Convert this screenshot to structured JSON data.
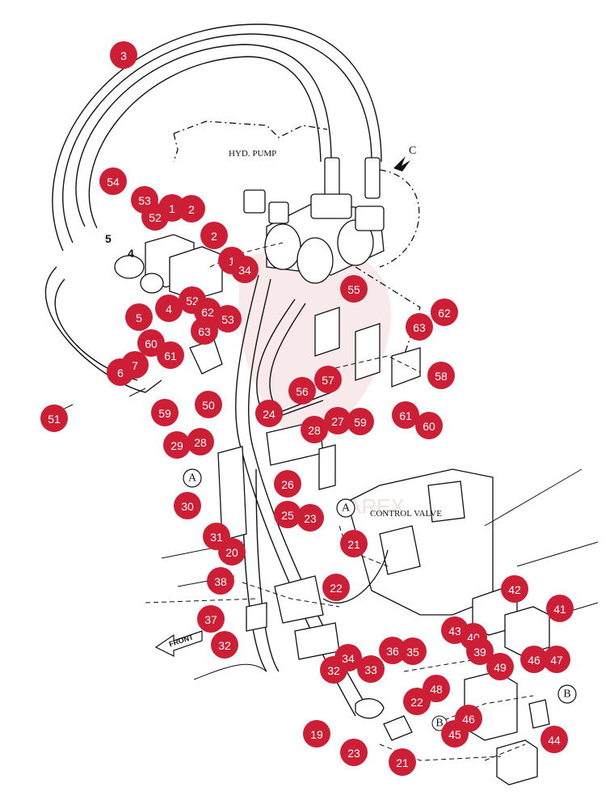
{
  "labels": {
    "hyd_pump": "HYD. PUMP",
    "control_valve": "CONTROL VALVE",
    "front": "FRONT",
    "view_c": "C",
    "small_5": "5",
    "small_4": "4"
  },
  "circled_refs": {
    "a_left": "A",
    "a_right": "A",
    "b": "B",
    "b_small": "B"
  },
  "colors": {
    "badge": "#cc1f36",
    "line": "#111111",
    "watermark": "#f3d9da"
  },
  "watermark_text": "AREX",
  "callouts": [
    "3",
    "54",
    "53",
    "1",
    "2",
    "52",
    "5",
    "2",
    "1",
    "34",
    "4",
    "52",
    "62",
    "53",
    "63",
    "60",
    "61",
    "7",
    "6",
    "59",
    "50",
    "51",
    "55",
    "63",
    "62",
    "58",
    "57",
    "56",
    "59",
    "61",
    "60",
    "24",
    "27",
    "28",
    "29",
    "28",
    "30",
    "31",
    "26",
    "25",
    "23",
    "21",
    "20",
    "22",
    "38",
    "37",
    "32",
    "32",
    "34",
    "33",
    "36",
    "35",
    "42",
    "43",
    "40",
    "39",
    "41",
    "46",
    "47",
    "49",
    "48",
    "22",
    "19",
    "46",
    "45",
    "44",
    "23",
    "21"
  ]
}
